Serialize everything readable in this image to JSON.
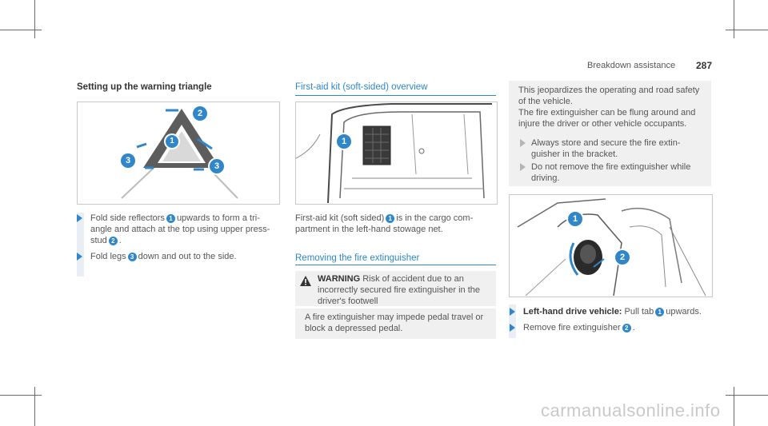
{
  "header": {
    "section_title": "Breakdown assistance",
    "page_number": "287"
  },
  "col1": {
    "heading": "Setting up the warning triangle",
    "figure": {
      "callouts": [
        "1",
        "2",
        "3",
        "3"
      ]
    },
    "steps": [
      {
        "text_a": "Fold side reflectors",
        "ref": "1",
        "text_b": "upwards to form a tri-",
        "text_c": "angle and attach at the top using upper press-",
        "text_d": "stud",
        "ref2": "2",
        "text_e": "."
      },
      {
        "text_a": "Fold legs",
        "ref": "3",
        "text_b": "down and out to the side."
      }
    ]
  },
  "col2": {
    "heading": "First-aid kit (soft-sided) overview",
    "figure": {
      "callouts": [
        "1"
      ]
    },
    "para_a": "First-aid kit (soft sided)",
    "para_ref": "1",
    "para_b": "is in the cargo com-",
    "para_c": "partment in the left-hand stowage net.",
    "heading2": "Removing the fire extinguisher",
    "warning": {
      "icon": "warning-triangle-icon",
      "title": "WARNING",
      "line1": "Risk of accident due to an",
      "line2": "incorrectly secured fire extinguisher in the",
      "line3": "driver's footwell",
      "line4": "A fire extinguisher may impede pedal travel or",
      "line5": "block a depressed pedal."
    }
  },
  "col3": {
    "warn_cont": {
      "line1": "This jeopardizes the operating and road safety",
      "line2": "of the vehicle.",
      "line3": "The fire extinguisher can be flung around and",
      "line4": "injure the driver or other vehicle occupants.",
      "step1a": "Always store and secure the fire extin-",
      "step1b": "guisher in the bracket.",
      "step2a": "Do not remove the fire extinguisher while",
      "step2b": "driving."
    },
    "figure": {
      "callouts": [
        "1",
        "2"
      ]
    },
    "steps": [
      {
        "bold": "Left-hand drive vehicle:",
        "text_a": "Pull tab",
        "ref": "1",
        "text_b": "upwards."
      },
      {
        "text_a": "Remove fire extinguisher",
        "ref": "2",
        "text_b": "."
      }
    ]
  },
  "footer": {
    "watermark": "carmanualsonline.info"
  },
  "colors": {
    "accent": "#2f86c8",
    "text": "#555555",
    "box_grey": "#f0f0f0"
  }
}
